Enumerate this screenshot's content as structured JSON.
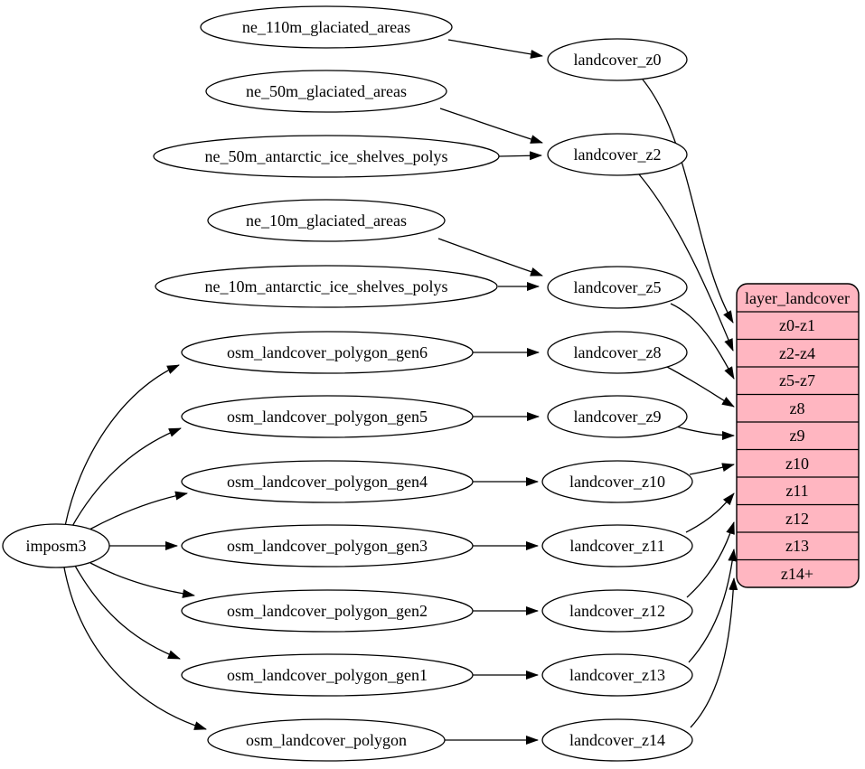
{
  "diagram": {
    "colors": {
      "background": "#ffffff",
      "node_fill": "#ffffff",
      "node_stroke": "#000000",
      "table_fill": "#ffb6c1"
    },
    "nodes": {
      "imposm3": "imposm3",
      "ne_110m_glaciated_areas": "ne_110m_glaciated_areas",
      "ne_50m_glaciated_areas": "ne_50m_glaciated_areas",
      "ne_50m_antarctic_ice_shelves_polys": "ne_50m_antarctic_ice_shelves_polys",
      "ne_10m_glaciated_areas": "ne_10m_glaciated_areas",
      "ne_10m_antarctic_ice_shelves_polys": "ne_10m_antarctic_ice_shelves_polys",
      "osm_landcover_polygon_gen6": "osm_landcover_polygon_gen6",
      "osm_landcover_polygon_gen5": "osm_landcover_polygon_gen5",
      "osm_landcover_polygon_gen4": "osm_landcover_polygon_gen4",
      "osm_landcover_polygon_gen3": "osm_landcover_polygon_gen3",
      "osm_landcover_polygon_gen2": "osm_landcover_polygon_gen2",
      "osm_landcover_polygon_gen1": "osm_landcover_polygon_gen1",
      "osm_landcover_polygon": "osm_landcover_polygon",
      "landcover_z0": "landcover_z0",
      "landcover_z2": "landcover_z2",
      "landcover_z5": "landcover_z5",
      "landcover_z8": "landcover_z8",
      "landcover_z9": "landcover_z9",
      "landcover_z10": "landcover_z10",
      "landcover_z11": "landcover_z11",
      "landcover_z12": "landcover_z12",
      "landcover_z13": "landcover_z13",
      "landcover_z14": "landcover_z14"
    },
    "table": {
      "title": "layer_landcover",
      "rows": [
        "z0-z1",
        "z2-z4",
        "z5-z7",
        "z8",
        "z9",
        "z10",
        "z11",
        "z12",
        "z13",
        "z14+"
      ]
    },
    "edges": [
      [
        "ne_110m_glaciated_areas",
        "landcover_z0"
      ],
      [
        "ne_50m_glaciated_areas",
        "landcover_z2"
      ],
      [
        "ne_50m_antarctic_ice_shelves_polys",
        "landcover_z2"
      ],
      [
        "ne_10m_glaciated_areas",
        "landcover_z5"
      ],
      [
        "ne_10m_antarctic_ice_shelves_polys",
        "landcover_z5"
      ],
      [
        "imposm3",
        "osm_landcover_polygon_gen6"
      ],
      [
        "imposm3",
        "osm_landcover_polygon_gen5"
      ],
      [
        "imposm3",
        "osm_landcover_polygon_gen4"
      ],
      [
        "imposm3",
        "osm_landcover_polygon_gen3"
      ],
      [
        "imposm3",
        "osm_landcover_polygon_gen2"
      ],
      [
        "imposm3",
        "osm_landcover_polygon_gen1"
      ],
      [
        "imposm3",
        "osm_landcover_polygon"
      ],
      [
        "osm_landcover_polygon_gen6",
        "landcover_z8"
      ],
      [
        "osm_landcover_polygon_gen5",
        "landcover_z9"
      ],
      [
        "osm_landcover_polygon_gen4",
        "landcover_z10"
      ],
      [
        "osm_landcover_polygon_gen3",
        "landcover_z11"
      ],
      [
        "osm_landcover_polygon_gen2",
        "landcover_z12"
      ],
      [
        "osm_landcover_polygon_gen1",
        "landcover_z13"
      ],
      [
        "osm_landcover_polygon",
        "landcover_z14"
      ],
      [
        "landcover_z0",
        "layer_landcover.z0-z1"
      ],
      [
        "landcover_z2",
        "layer_landcover.z2-z4"
      ],
      [
        "landcover_z5",
        "layer_landcover.z5-z7"
      ],
      [
        "landcover_z8",
        "layer_landcover.z8"
      ],
      [
        "landcover_z9",
        "layer_landcover.z9"
      ],
      [
        "landcover_z10",
        "layer_landcover.z10"
      ],
      [
        "landcover_z11",
        "layer_landcover.z11"
      ],
      [
        "landcover_z12",
        "layer_landcover.z12"
      ],
      [
        "landcover_z13",
        "layer_landcover.z13"
      ],
      [
        "landcover_z14",
        "layer_landcover.z14+"
      ]
    ]
  }
}
